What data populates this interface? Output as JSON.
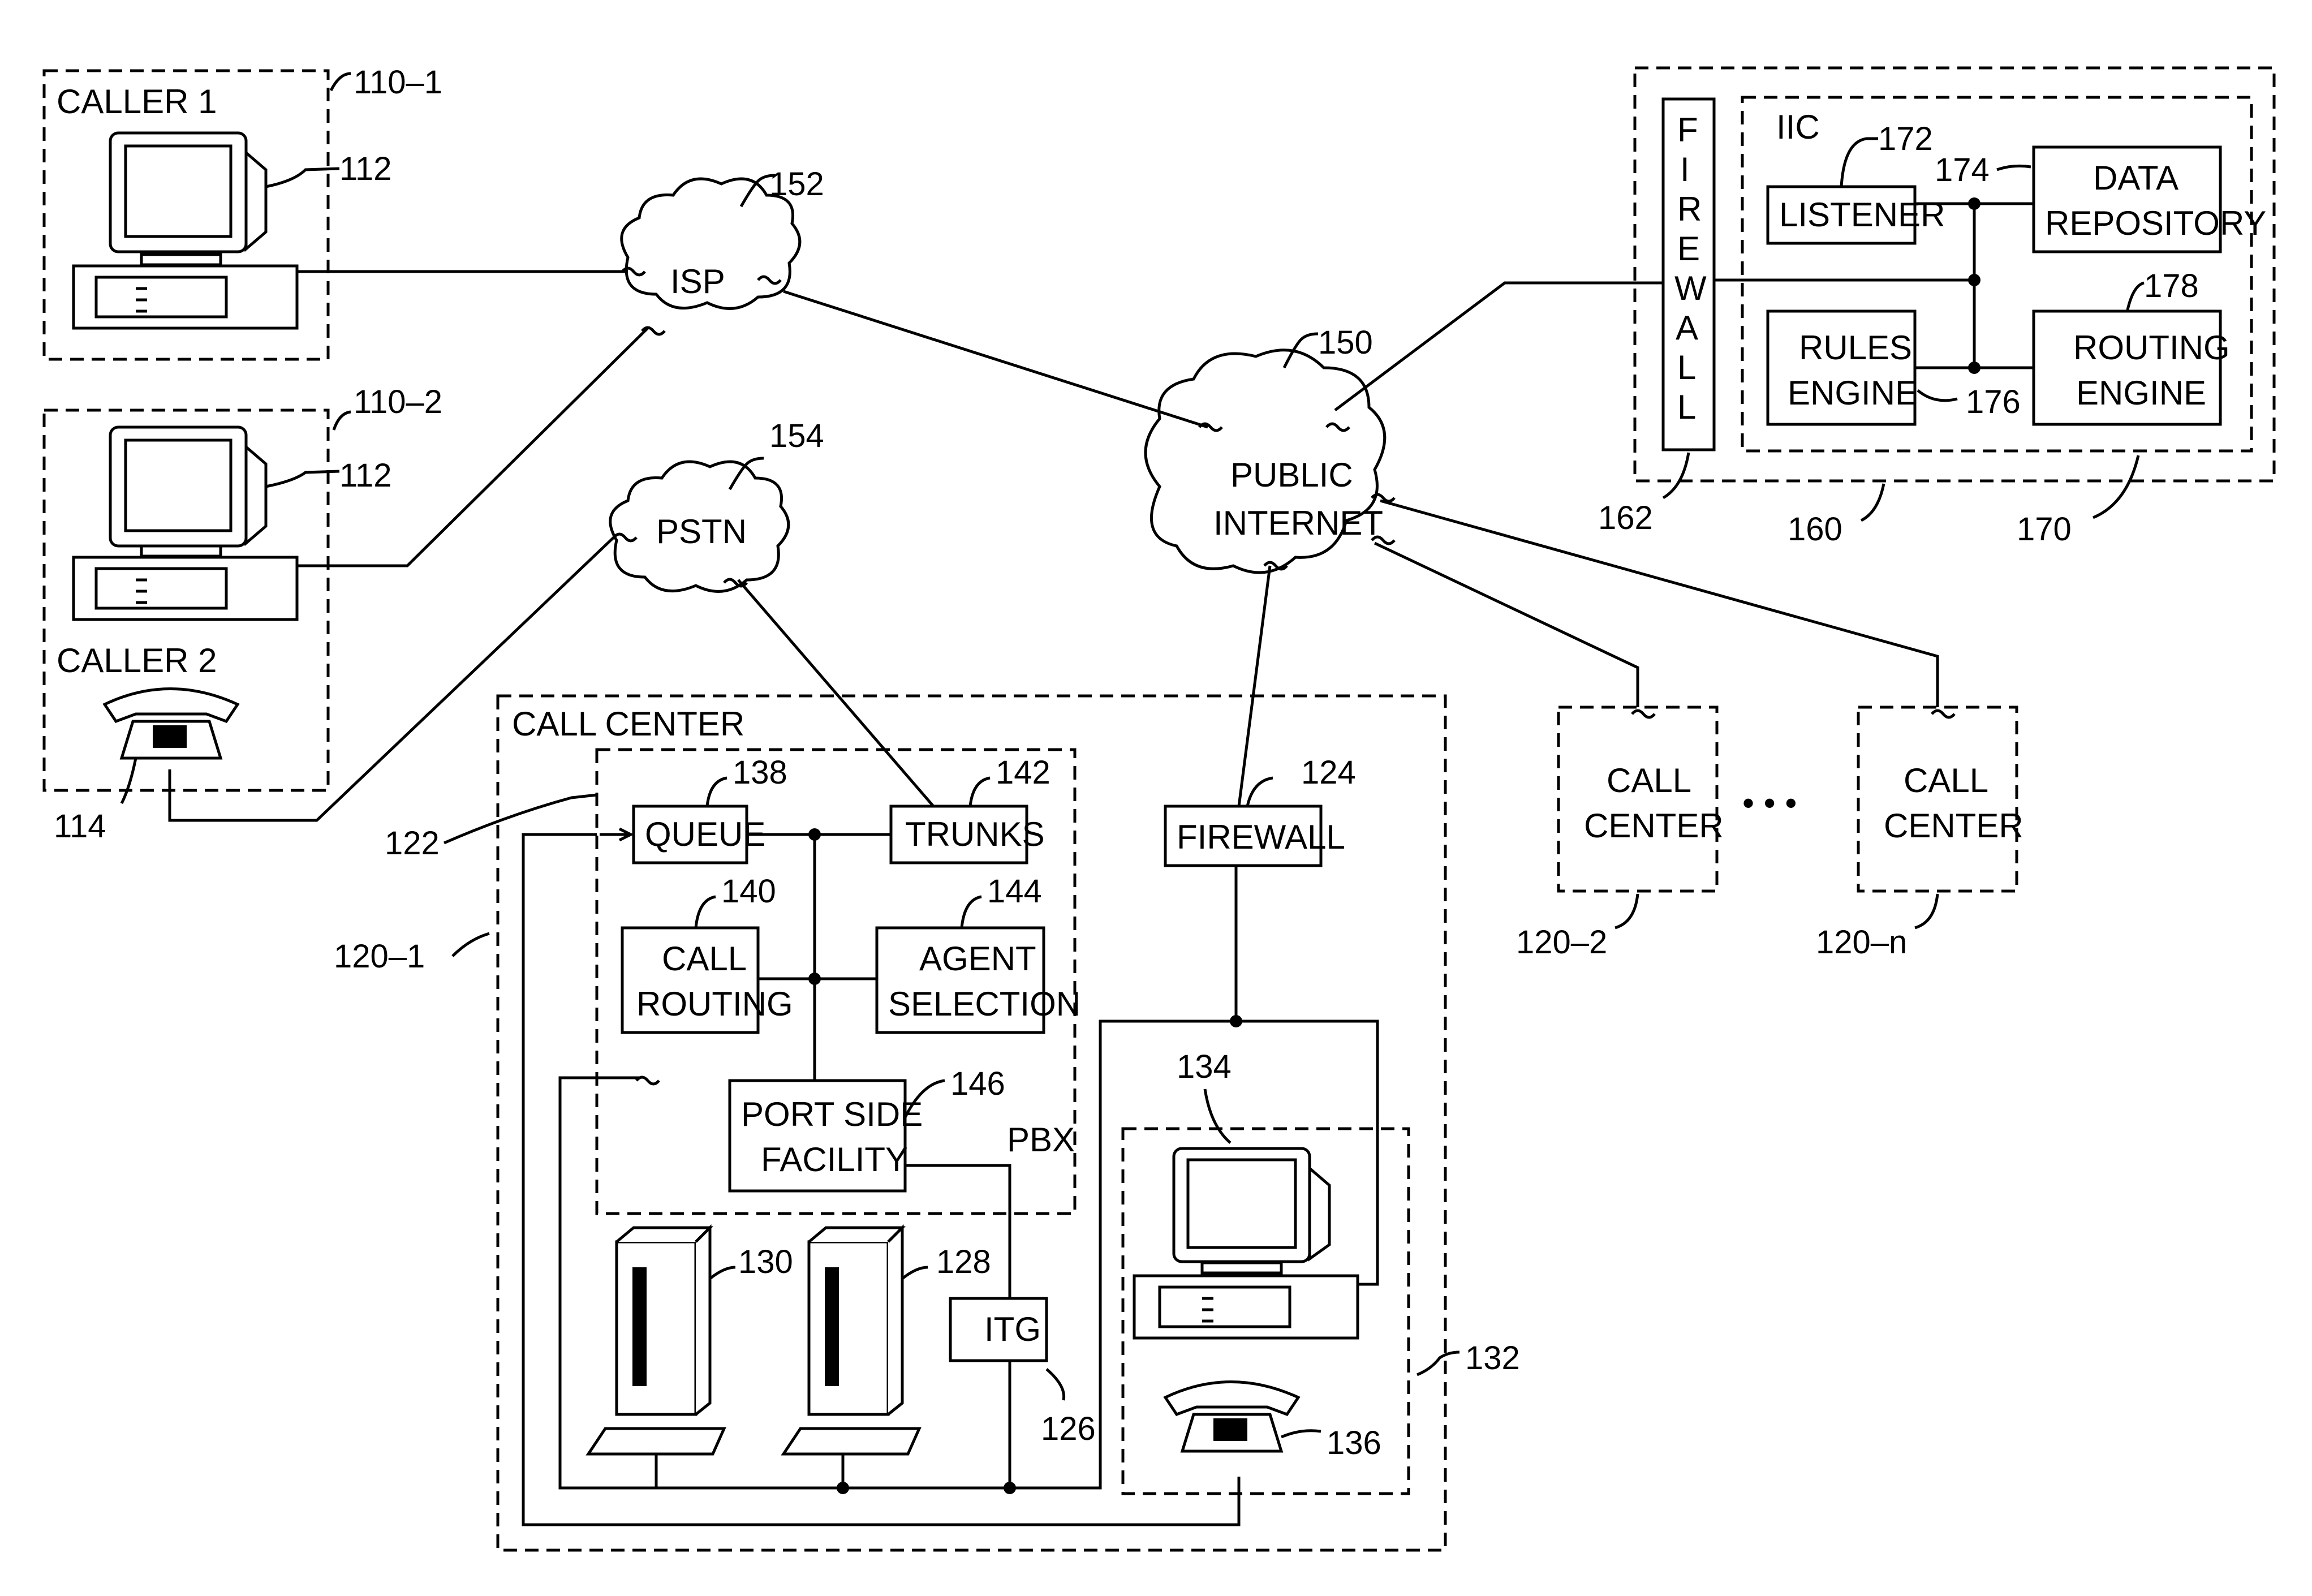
{
  "callers": {
    "caller1_label": "CALLER 1",
    "caller2_label": "CALLER 2",
    "ref_110_1": "110–1",
    "ref_110_2": "110–2",
    "ref_112a": "112",
    "ref_112b": "112",
    "ref_114": "114"
  },
  "networks": {
    "isp_label": "ISP",
    "isp_ref": "152",
    "pstn_label": "PSTN",
    "pstn_ref": "154",
    "internet_label_line1": "PUBLIC",
    "internet_label_line2": "INTERNET",
    "internet_ref": "150"
  },
  "iic": {
    "firewall_letters": [
      "F",
      "I",
      "R",
      "E",
      "W",
      "A",
      "L",
      "L"
    ],
    "iic_label": "IIC",
    "listener_label": "LISTENER",
    "data_repository_line1": "DATA",
    "data_repository_line2": "REPOSITORY",
    "rules_engine_line1": "RULES",
    "rules_engine_line2": "ENGINE",
    "routing_engine_line1": "ROUTING",
    "routing_engine_line2": "ENGINE",
    "ref_172": "172",
    "ref_174": "174",
    "ref_176": "176",
    "ref_178": "178",
    "ref_162": "162",
    "ref_160": "160",
    "ref_170": "170"
  },
  "call_center": {
    "title": "CALL CENTER",
    "queue_label": "QUEUE",
    "trunks_label": "TRUNKS",
    "call_routing_line1": "CALL",
    "call_routing_line2": "ROUTING",
    "agent_selection_line1": "AGENT",
    "agent_selection_line2": "SELECTION",
    "port_side_line1": "PORT SIDE",
    "port_side_line2": "FACILITY",
    "pbx_label": "PBX",
    "firewall_label": "FIREWALL",
    "itg_label": "ITG",
    "ref_138": "138",
    "ref_142": "142",
    "ref_140": "140",
    "ref_144": "144",
    "ref_146": "146",
    "ref_122": "122",
    "ref_120_1": "120–1",
    "ref_124": "124",
    "ref_130": "130",
    "ref_128": "128",
    "ref_126": "126",
    "ref_134": "134",
    "ref_132": "132",
    "ref_136": "136"
  },
  "other_centers": {
    "cc2_line1": "CALL",
    "cc2_line2": "CENTER",
    "ccn_line1": "CALL",
    "ccn_line2": "CENTER",
    "ellipsis": "• • •",
    "ref_120_2": "120–2",
    "ref_120_n": "120–n"
  }
}
